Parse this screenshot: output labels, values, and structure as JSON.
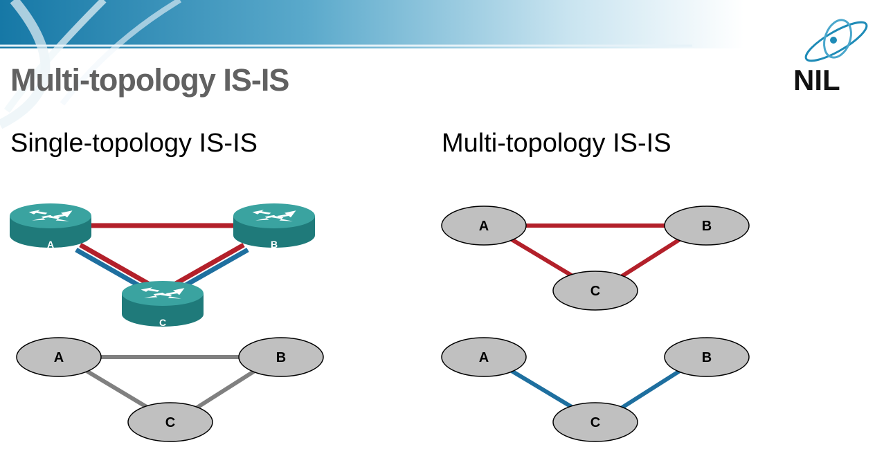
{
  "slide": {
    "title": "Multi-topology IS-IS",
    "left_heading": "Single-topology IS-IS",
    "right_heading": "Multi-topology IS-IS",
    "logo_text": "NIL"
  },
  "colors": {
    "banner_dark": "#1a7ca8",
    "ipv4_link": "#b3202a",
    "ipv6_link": "#1e6f9f",
    "single_link": "#808080",
    "node_fill": "#c0c0c0",
    "router_fill": "#2e8f8f"
  },
  "diagrams": {
    "routers": {
      "a": "A",
      "b": "B",
      "c": "C"
    },
    "single_graph": {
      "a": "A",
      "b": "B",
      "c": "C"
    },
    "mt_ipv4_graph": {
      "a": "A",
      "b": "B",
      "c": "C"
    },
    "mt_ipv6_graph": {
      "a": "A",
      "b": "B",
      "c": "C"
    }
  }
}
